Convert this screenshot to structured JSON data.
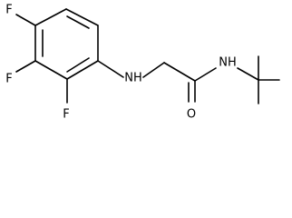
{
  "molecule": {
    "atoms": {
      "fluorine_top": "F",
      "fluorine_middle": "F",
      "fluorine_bottom": "F",
      "amine_nitrogen": "NH",
      "carbonyl_oxygen": "O",
      "amide_nitrogen": "NH"
    }
  }
}
